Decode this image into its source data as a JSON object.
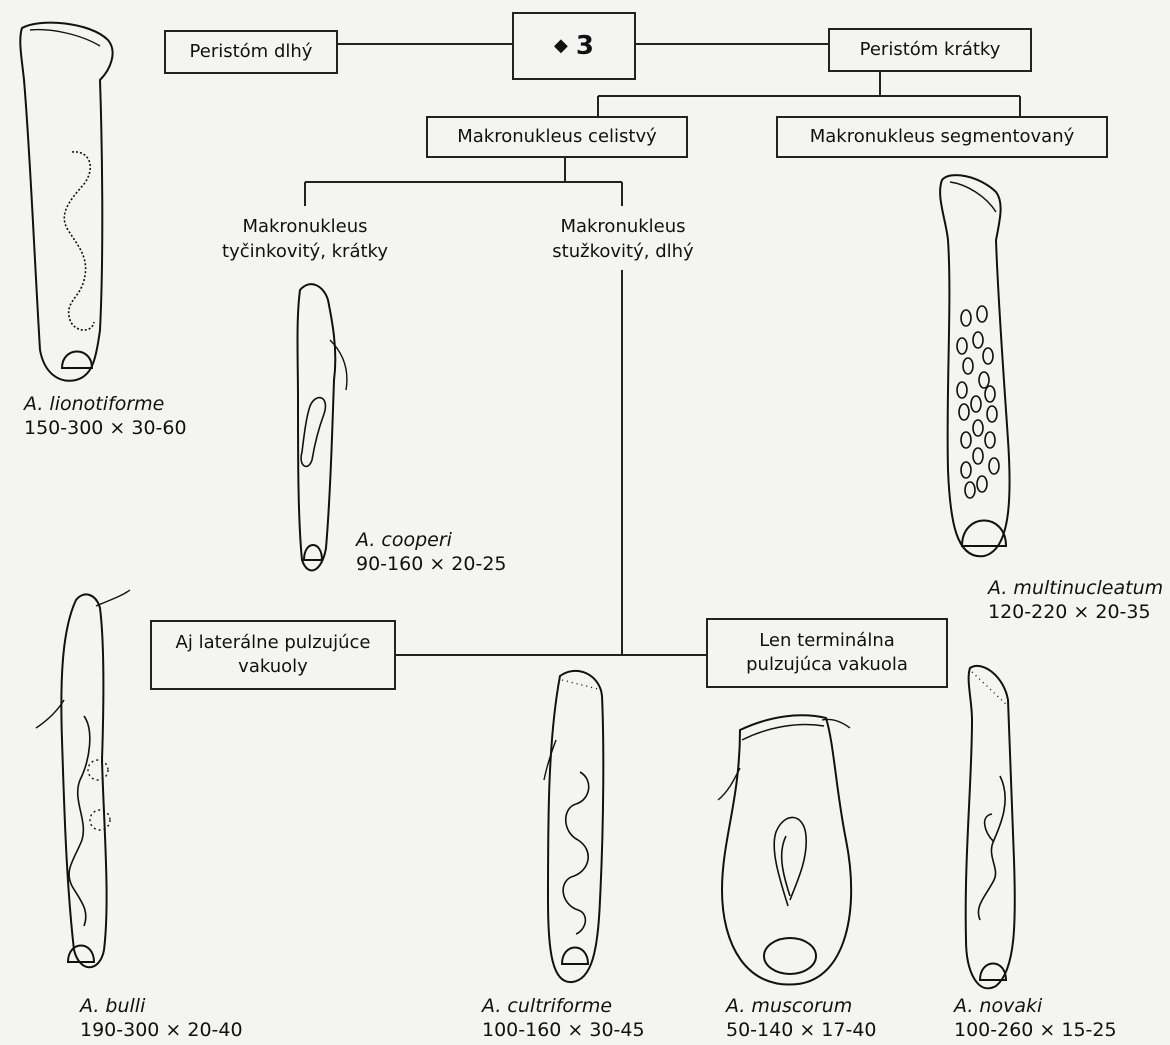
{
  "root": {
    "symbol": "◆",
    "number": "3"
  },
  "nodes": {
    "peristom_dlhy": "Peristóm dlhý",
    "peristom_kratky": "Peristóm krátky",
    "makro_celistvy": "Makronukleus celistvý",
    "makro_segmentovany": "Makronukleus segmentovaný",
    "makro_tycinkovity_1": "Makronukleus",
    "makro_tycinkovity_2": "tyčinkovitý, krátky",
    "makro_stuzkovity_1": "Makronukleus",
    "makro_stuzkovity_2": "stužkovitý, dlhý",
    "lateralne_1": "Aj laterálne pulzujúce",
    "lateralne_2": "vakuoly",
    "terminalna_1": "Len terminálna",
    "terminalna_2": "pulzujúca vakuola"
  },
  "species": [
    {
      "name": "A. lionotiforme",
      "size": "150-300 × 30-60"
    },
    {
      "name": "A. cooperi",
      "size": "90-160 × 20-25"
    },
    {
      "name": "A. multinucleatum",
      "size": "120-220 × 20-35"
    },
    {
      "name": "A. bulli",
      "size": "190-300 × 20-40"
    },
    {
      "name": "A. cultriforme",
      "size": "100-160 × 30-45"
    },
    {
      "name": "A. muscorum",
      "size": "50-140 × 17-40"
    },
    {
      "name": "A. novaki",
      "size": "100-260 × 15-25"
    }
  ]
}
